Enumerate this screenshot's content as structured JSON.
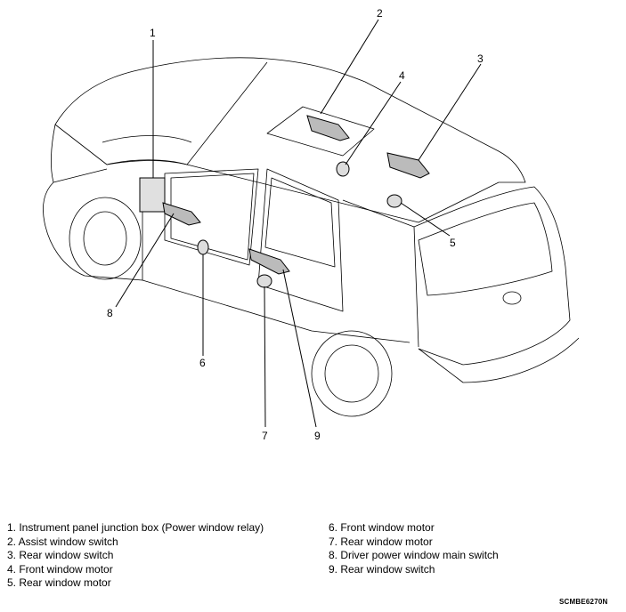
{
  "callouts": [
    "1",
    "2",
    "3",
    "4",
    "5",
    "6",
    "7",
    "8",
    "9"
  ],
  "legend": {
    "left": [
      "1.  Instrument panel junction box (Power window relay)",
      "2.  Assist window switch",
      "3.  Rear window switch",
      "4.  Front window motor",
      "5.  Rear window motor"
    ],
    "right": [
      "6.  Front window motor",
      "7.  Rear window motor",
      "8.  Driver power window main switch",
      "9.  Rear window switch"
    ]
  },
  "figure_code": "SCMBE6270N",
  "colors": {
    "line": "#000000",
    "background": "#ffffff"
  }
}
